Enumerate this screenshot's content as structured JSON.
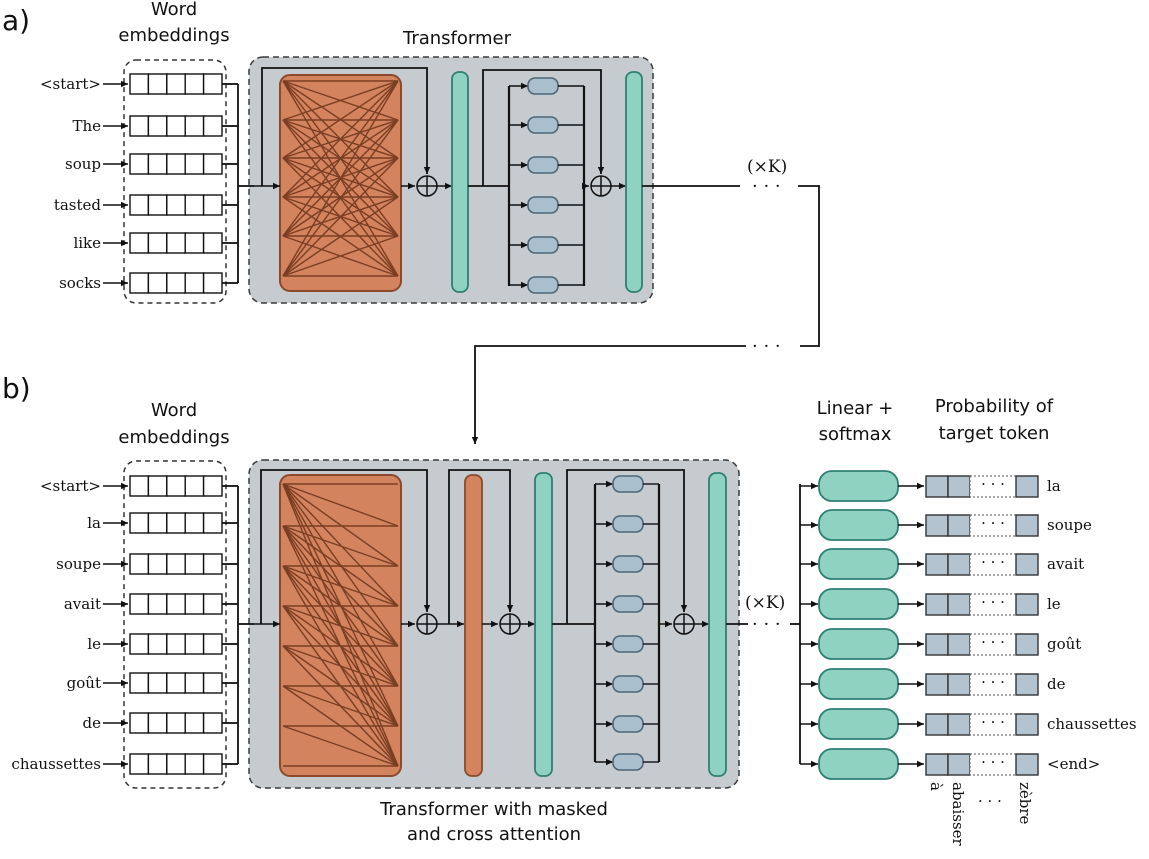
{
  "panels": {
    "a": {
      "panel_label": "a)",
      "embeddings_label": [
        "Word",
        "embeddings"
      ],
      "transformer_label": "Transformer",
      "tokens": [
        "<start>",
        "The",
        "soup",
        "tasted",
        "like",
        "socks"
      ],
      "repeat_label": "(×K)"
    },
    "b": {
      "panel_label": "b)",
      "embeddings_label": [
        "Word",
        "embeddings"
      ],
      "transformer_label": [
        "Transformer with masked",
        "and cross attention"
      ],
      "tokens": [
        "<start>",
        "la",
        "soupe",
        "avait",
        "le",
        "goût",
        "de",
        "chaussettes"
      ],
      "repeat_label": "(×K)",
      "linear_label": [
        "Linear +",
        "softmax"
      ],
      "prob_label": [
        "Probability of",
        "target token"
      ],
      "outputs": [
        "la",
        "soupe",
        "avait",
        "le",
        "goût",
        "de",
        "chaussettes",
        "<end>"
      ],
      "vocab_labels": [
        "à",
        "abaisser",
        "· · ·",
        "zèbre"
      ]
    }
  },
  "ellipsis": "· · ·",
  "colors": {
    "panel_bg": "#c5cbce",
    "attention": "#d4835f",
    "attention_edge": "#8b4a2b",
    "norm": "#90d2c2",
    "norm_edge": "#2f7f72",
    "mlp_unit": "#aabfce",
    "mlp_edge": "#4d6678",
    "prob_cell": "#b3c3cf"
  }
}
